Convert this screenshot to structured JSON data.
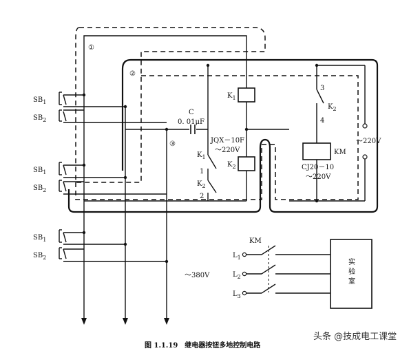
{
  "diagram": {
    "buttons": {
      "sb1": "SB",
      "sb1_sub": "1",
      "sb2": "SB",
      "sb2_sub": "2"
    },
    "markers": {
      "one": "①",
      "two": "②",
      "three": "③"
    },
    "relay": {
      "k1": "K",
      "k1_sub": "1",
      "k2": "K",
      "k2_sub": "2",
      "model": "JQX－10F",
      "voltage": "～220V"
    },
    "capacitor": {
      "label": "C",
      "value": "0. 01μF"
    },
    "terminals": {
      "t1": "1",
      "t2": "2",
      "t3": "3",
      "t4": "4"
    },
    "contactor": {
      "name": "KM",
      "model": "CJ20－10",
      "voltage": "～220V"
    },
    "supply": {
      "control": "～220V",
      "power": "～380V"
    },
    "phases": {
      "l": "L",
      "s1": "1",
      "s2": "2",
      "s3": "3"
    },
    "load": {
      "line1": "实",
      "line2": "验",
      "line3": "室"
    },
    "caption": "图 1.1.19　继电器按钮多地控制电路",
    "watermark": "头条 @技成电工课堂"
  }
}
